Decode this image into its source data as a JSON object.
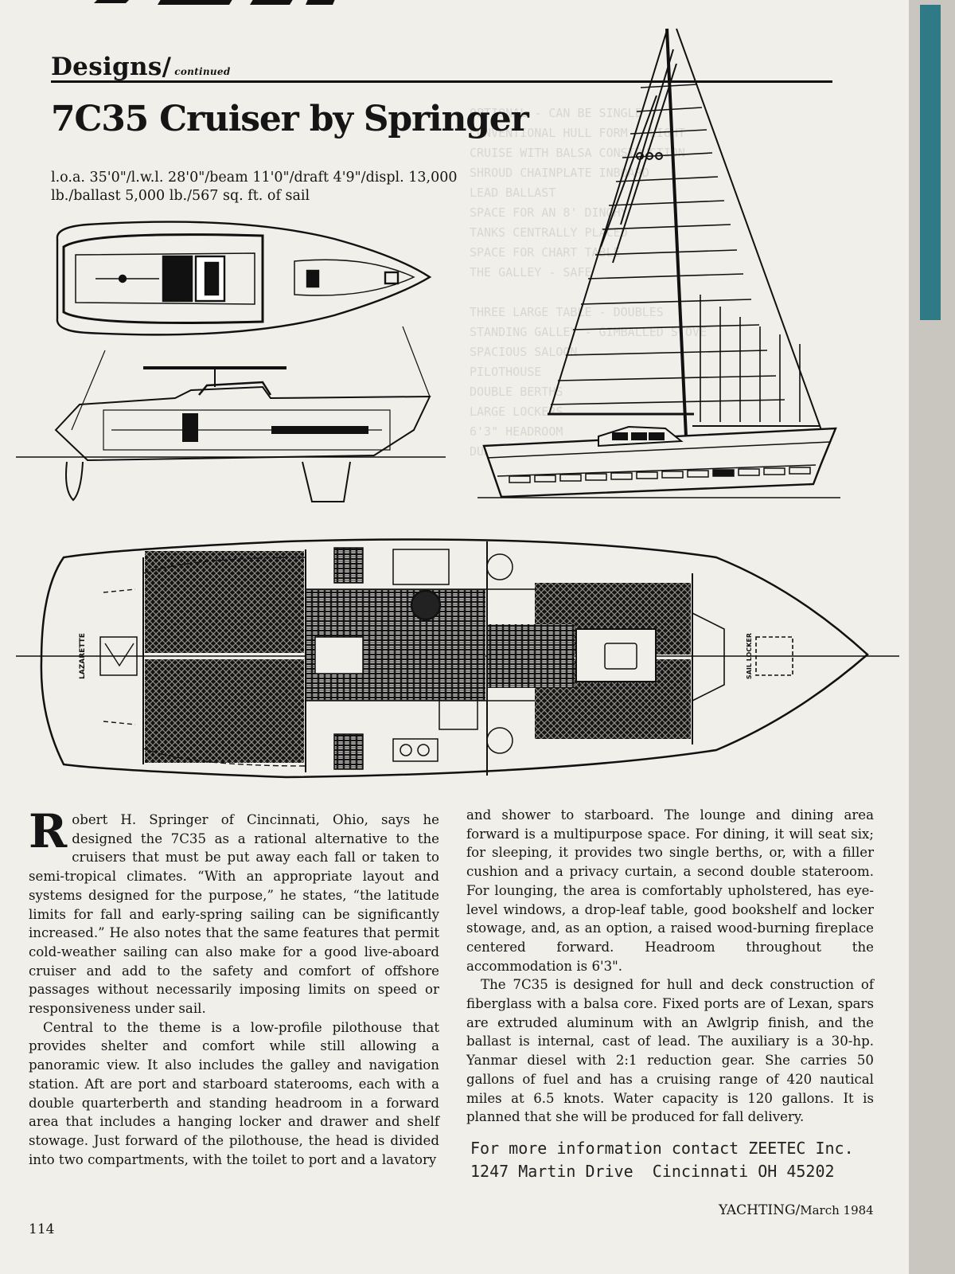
{
  "header": {
    "section": "Designs",
    "section_suffix": "continued",
    "title": "7C35 Cruiser by Springer",
    "specs": "l.o.a. 35'0\"/l.w.l. 28'0\"/beam 11'0\"/draft 4'9\"/displ. 13,000 lb./ballast 5,000 lb./567 sq. ft. of sail"
  },
  "drawings": {
    "lazarette_label": "LAZARETTE",
    "sail_locker_label": "SAIL LOCKER"
  },
  "article": {
    "col1_dropcap": "R",
    "col1_p1": "obert H. Springer of Cincinnati, Ohio, says he designed the 7C35 as a rational alternative to the cruisers that must be put away each fall or taken to semi-tropical climates. “With an appropriate layout and systems designed for the purpose,” he states, “the latitude limits for fall and early-spring sailing can be significantly increased.” He also notes that the same features that permit cold-weather sailing can also make for a good live-aboard cruiser and add to the safety and comfort of offshore passages without necessarily imposing limits on speed or responsiveness under sail.",
    "col1_p2": "Central to the theme is a low-profile pilothouse that provides shelter and comfort while still allowing a panoramic view. It also includes the galley and navigation station. Aft are port and starboard staterooms, each with a double quarterberth and standing headroom in a forward area that includes a hanging locker and drawer and shelf stowage. Just forward of the pilothouse, the head is divided into two compartments, with the toilet to port and a lavatory",
    "col2_p1": "and shower to starboard. The lounge and dining area forward is a multipurpose space. For dining, it will seat six; for sleeping, it provides two single berths, or, with a filler cushion and a privacy curtain, a second double stateroom. For lounging, the area is comfortably upholstered, has eye-level windows, a drop-leaf table, good bookshelf and locker stowage, and, as an option, a raised wood-burning fireplace centered forward. Headroom throughout the accommodation is 6'3\".",
    "col2_p2": "The 7C35 is designed for hull and deck construction of fiberglass with a balsa core. Fixed ports are of Lexan, spars are extruded aluminum with an Awlgrip finish, and the ballast is internal, cast of lead. The auxiliary is a 30-hp. Yanmar diesel with 2:1 reduction gear. She carries 50 gallons of fuel and has a cruising range of 420 nautical miles at 6.5 knots. Water capacity is 120 gallons. It is planned that she will be produced for fall delivery."
  },
  "contact": {
    "line1": "For more information contact ZEETEC Inc.",
    "line2": "1247 Martin Drive  Cincinnati OH 45202"
  },
  "footer": {
    "page_number": "114",
    "publication": "YACHTING/",
    "date": "March 1984"
  }
}
